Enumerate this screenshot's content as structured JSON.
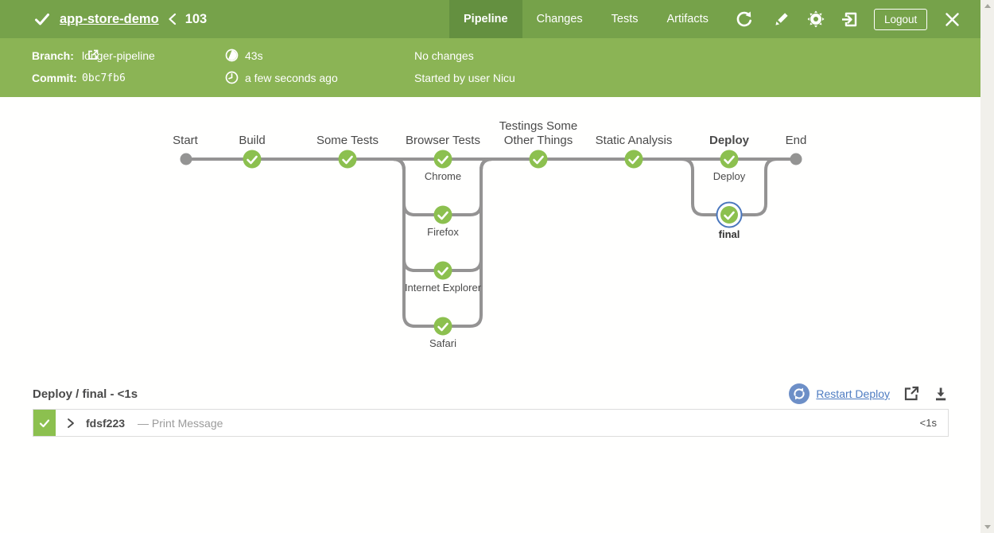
{
  "header": {
    "pipeline_name": "app-store-demo",
    "run_number": "103",
    "tabs": [
      "Pipeline",
      "Changes",
      "Tests",
      "Artifacts"
    ],
    "active_tab": "Pipeline",
    "logout_label": "Logout"
  },
  "run_info": {
    "branch_label": "Branch:",
    "branch_value": "longer-pipeline",
    "commit_label": "Commit:",
    "commit_value": "0bc7fb6",
    "duration": "43s",
    "time_ago": "a few seconds ago",
    "changes": "No changes",
    "started_by": "Started by user Nicu"
  },
  "graph": {
    "stages": [
      {
        "label": "Start"
      },
      {
        "label": "Build"
      },
      {
        "label": "Some Tests"
      },
      {
        "label": "Browser Tests"
      },
      {
        "label_line1": "Testings Some",
        "label_line2": "Other Things"
      },
      {
        "label": "Static Analysis"
      },
      {
        "label": "Deploy"
      },
      {
        "label": "End"
      }
    ],
    "browser_tests_parallel": [
      "Chrome",
      "Firefox",
      "Internet Explorer",
      "Safari"
    ],
    "deploy_parallel": [
      "Deploy",
      "final"
    ],
    "selected_node": "final",
    "colors": {
      "success": "#8CC04F",
      "line": "#949393",
      "selected_ring": "#4A77BD"
    }
  },
  "detail": {
    "title": "Deploy / final - <1s",
    "restart_label": "Restart Deploy",
    "log_row": {
      "step_id": "fdsf223",
      "step_label": "— Print Message",
      "duration": "<1s"
    }
  }
}
